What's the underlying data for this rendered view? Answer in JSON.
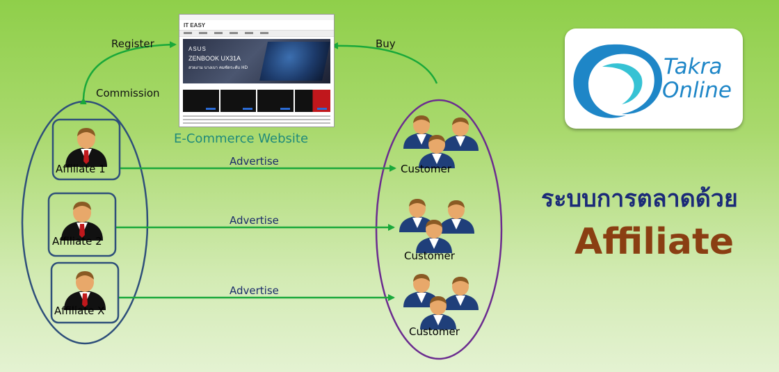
{
  "website": {
    "caption": "E-Commerce Website",
    "logo": "IT EASY",
    "banner_brand": "ASUS",
    "banner_model": "ZENBOOK UX31A",
    "banner_tagline": "สวยงาม บางเบา คมชัดระดับ HD"
  },
  "flows": {
    "register": "Register",
    "commission": "Commission",
    "buy": "Buy",
    "advertise": [
      "Advertise",
      "Advertise",
      "Advertise"
    ]
  },
  "affiliates": [
    "Affiliate 1",
    "Affiliate 2",
    "Affiliate X"
  ],
  "customers": [
    "Customer",
    "Customer",
    "Customer"
  ],
  "logo": {
    "line1": "Takra",
    "line2": "Online"
  },
  "heading_thai": "ระบบการตลาดด้วย",
  "heading_main": "Affiliate",
  "colors": {
    "arrow_green": "#19a83a",
    "affiliate_ring": "#2e4f7a",
    "customer_ring": "#6b2c8f",
    "caption_teal": "#1f8a7a",
    "heading_blue": "#1b2a78",
    "heading_brown": "#8a3e12"
  }
}
